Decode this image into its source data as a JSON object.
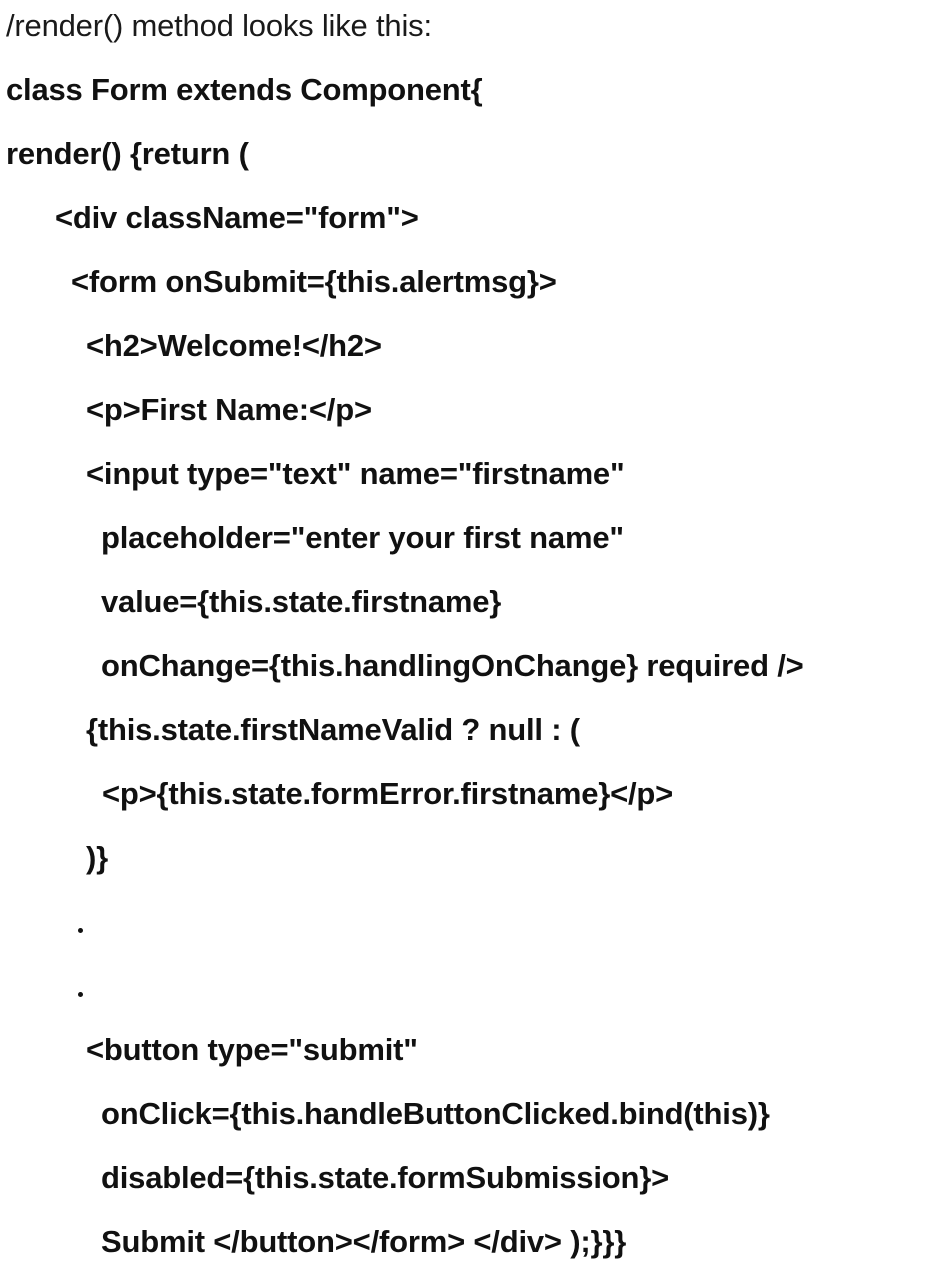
{
  "lines": {
    "l0": "/render() method looks like this:",
    "l1": "class Form extends Component{",
    "l2": "render() {return (",
    "l3": "<div className=\"form\">",
    "l4": "<form onSubmit={this.alertmsg}>",
    "l5": "<h2>Welcome!</h2>",
    "l6": "<p>First Name:</p>",
    "l7": "<input type=\"text\" name=\"firstname\"",
    "l8": "placeholder=\"enter your first name\"",
    "l9": "value={this.state.firstname}",
    "l10": "onChange={this.handlingOnChange} required />",
    "l11": "{this.state.firstNameValid ? null : (",
    "l12": "<p>{this.state.formError.firstname}</p>",
    "l13": ")}",
    "l16": "<button type=\"submit\"",
    "l17": "onClick={this.handleButtonClicked.bind(this)}",
    "l18": "disabled={this.state.formSubmission}>",
    "l19": "Submit </button></form> </div> );}}}"
  }
}
